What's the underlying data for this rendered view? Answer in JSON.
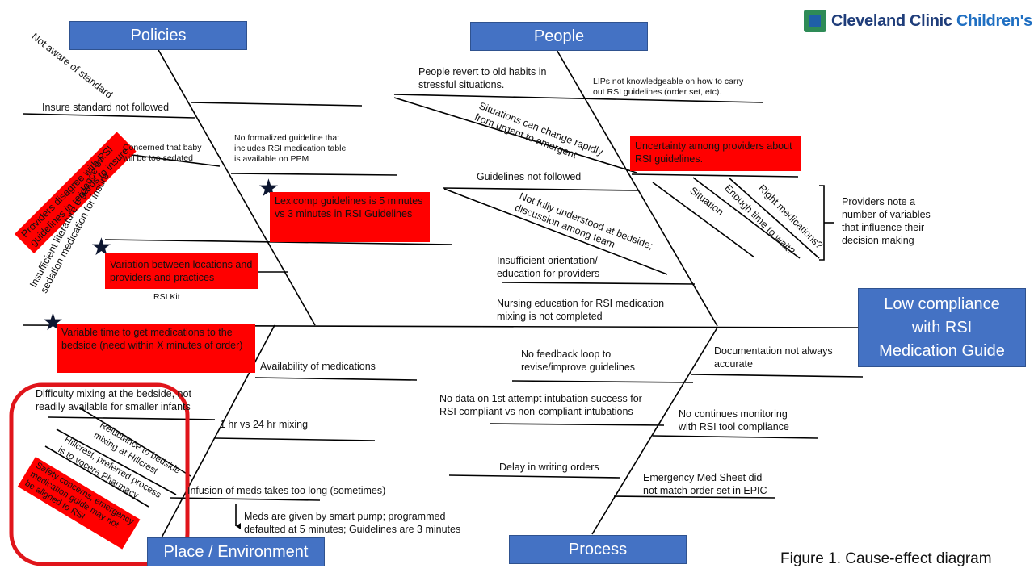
{
  "logo": {
    "name": "Cleveland Clinic",
    "name_accent": "Children's"
  },
  "effect": {
    "line1": "Low compliance",
    "line2": "with RSI",
    "line3": "Medication Guide"
  },
  "categories": {
    "policies": "Policies",
    "people": "People",
    "place": "Place / Environment",
    "process": "Process"
  },
  "policies": {
    "not_aware": "Not aware of standard",
    "insure_not_followed": "Insure standard not followed",
    "providers_disagree": [
      "Providers disagree with RSI",
      "guidelines in regards to insure"
    ],
    "concerned_baby": [
      "Concerned that baby",
      "will be too sedated"
    ],
    "insufficient_lit": [
      "Insufficient literature evidence on",
      "sedation medication for insure"
    ],
    "no_formalized": [
      "No formalized guideline that",
      "includes RSI medication table",
      "is available on PPM"
    ],
    "lexicomp": "Lexicomp guidelines is 5 minutes vs 3 minutes in RSI Guidelines",
    "variation": "Variation between locations and providers and practices",
    "rsi_kit": "RSI Kit"
  },
  "people": {
    "revert": [
      "People revert to old habits in",
      "stressful situations."
    ],
    "lips": [
      "LIPs not knowledgeable on how to carry",
      "out RSI guidelines (order set, etc)."
    ],
    "situations_change": [
      "Situations can change rapidly",
      "from urgent to emergent"
    ],
    "uncertainty": "Uncertainty among providers about RSI  guidelines.",
    "guidelines_not_followed": "Guidelines not followed",
    "not_fully": [
      "Not fully understood at bedside;",
      "discussion among team"
    ],
    "situation": "Situation",
    "enough_time": "Enough time to wait?",
    "right_meds": "Right medications?",
    "providers_note": [
      "Providers note a",
      "number of variables",
      "that influence their",
      "decision making"
    ],
    "insufficient_orientation": [
      "Insufficient orientation/",
      "education for providers"
    ],
    "nursing_education": [
      "Nursing education for RSI medication",
      "mixing is not completed"
    ]
  },
  "place": {
    "variable_time": "Variable time to get medications to the bedside (need within X minutes of order)",
    "availability": "Availability of medications",
    "difficulty": [
      "Difficulty mixing at the bedside, not",
      "readily available for smaller infants"
    ],
    "hr_mixing": "1 hr vs 24 hr mixing",
    "reluctance": [
      "Reluctance to bedside",
      "mixing at Hillcrest"
    ],
    "hillcrest": [
      "Hillcrest, preferred process",
      "is to vocera Pharmacy"
    ],
    "safety": [
      "Safety concerns, emergency",
      "medication guide may not",
      "be aligned to RSI"
    ],
    "infusion": "Infusion of meds takes too long (sometimes)",
    "smart_pump": [
      "Meds are given by smart pump; programmed",
      "defaulted at 5 minutes; Guidelines are 3 minutes"
    ]
  },
  "process": {
    "no_feedback": [
      "No feedback loop to",
      "revise/improve guidelines"
    ],
    "documentation": [
      "Documentation not always",
      "accurate"
    ],
    "no_data": [
      "No data on 1st attempt intubation success for",
      "RSI compliant vs non-compliant intubations"
    ],
    "no_monitoring": [
      "No continues monitoring",
      "with RSI tool compliance"
    ],
    "delay": "Delay in writing orders",
    "emergency_sheet": [
      "Emergency Med Sheet did",
      "not match order set in EPIC"
    ]
  },
  "caption": "Figure 1. Cause-effect diagram",
  "colors": {
    "category_blue": "#4472c4",
    "highlight_red": "#ff0000",
    "circle_red": "#e0151b",
    "star": "#0d1630"
  }
}
